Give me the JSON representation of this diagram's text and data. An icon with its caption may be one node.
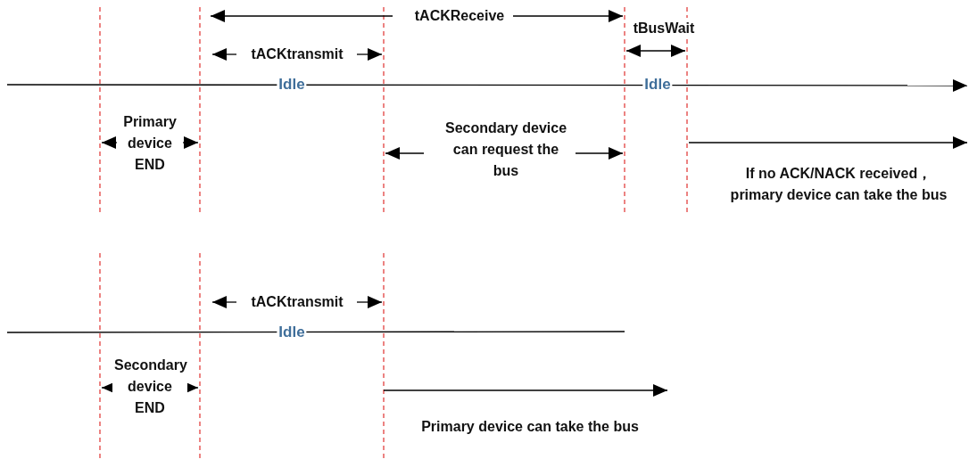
{
  "diagram": {
    "labels": [
      "tACKReceive",
      "tBusWait",
      "tACKtransmit",
      "Idle",
      "Idle",
      "Primary device END",
      "Secondary device can request the bus",
      "If no ACK/NACK received， primary device can take the bus",
      "tACKtransmit",
      "Idle",
      "Secondary device END",
      "Primary device can take the bus"
    ]
  }
}
